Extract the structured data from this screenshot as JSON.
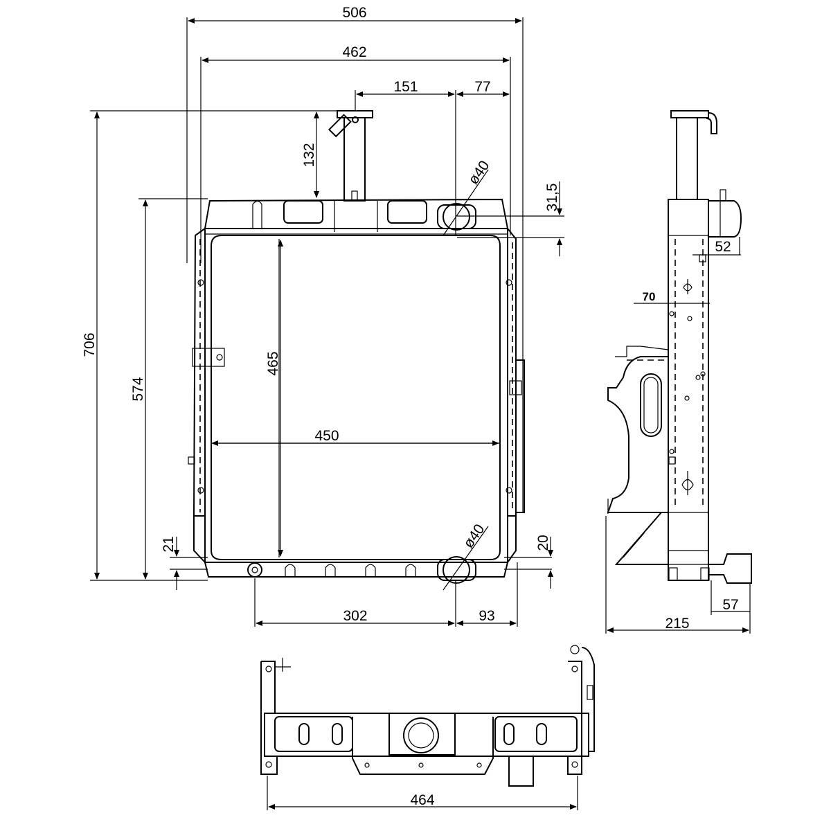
{
  "dimensions": {
    "d506": "506",
    "d462": "462",
    "d151": "151",
    "d77": "77",
    "d132": "132",
    "d40_top": "ø40",
    "d31_5": "31,5",
    "d706": "706",
    "d574": "574",
    "d465": "465",
    "d450": "450",
    "d21": "21",
    "d20": "20",
    "d40_bottom": "ø40",
    "d302": "302",
    "d93": "93",
    "d52": "52",
    "d70": "70",
    "d57": "57",
    "d215": "215",
    "d464": "464"
  }
}
